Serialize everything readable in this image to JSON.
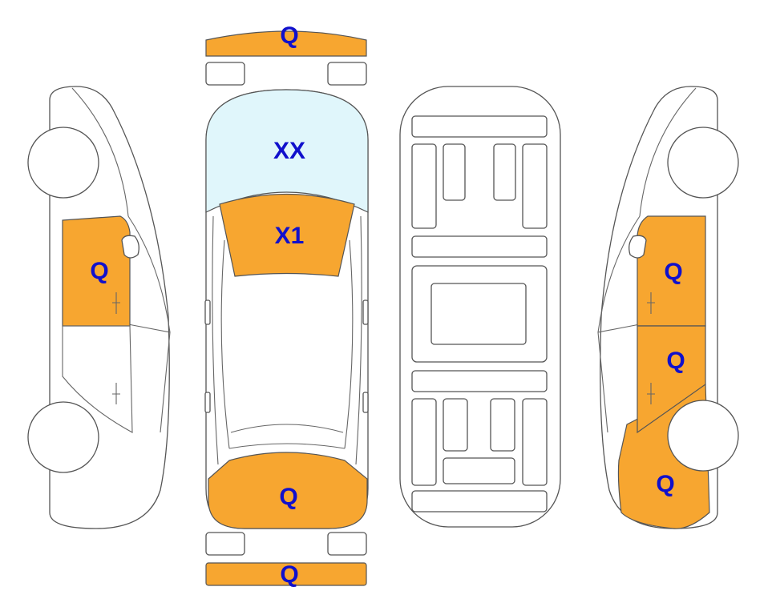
{
  "colors": {
    "damaged": "#f7a630",
    "glass": "#e0f6fb",
    "label": "#1010cc"
  },
  "labels": {
    "front_bumper": "Q",
    "windshield": "XX",
    "hood": "X1",
    "trunk": "Q",
    "rear_bumper": "Q",
    "left_front_door": "Q",
    "right_front_door": "Q",
    "right_rear_door": "Q",
    "right_rear_quarter": "Q"
  }
}
